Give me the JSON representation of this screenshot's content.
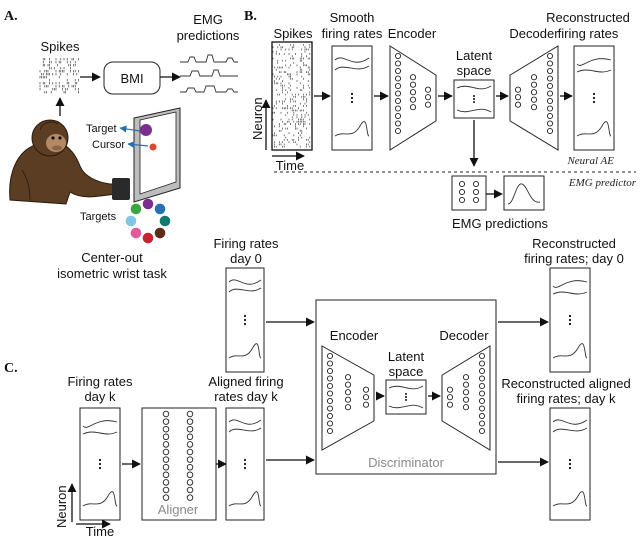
{
  "panel_a": {
    "label": "A.",
    "spikes": "Spikes",
    "bmi": "BMI",
    "emg_line1": "EMG",
    "emg_line2": "predictions",
    "target": "Target",
    "cursor": "Cursor",
    "targets": "Targets",
    "task_line1": "Center-out",
    "task_line2": "isometric wrist task",
    "target_colors": [
      "#2b6fb3",
      "#0f7a6e",
      "#5a2d17",
      "#cc1f2f",
      "#e35a9a",
      "#7fc6e6",
      "#3aa63e",
      "#7a2f8f"
    ],
    "target_dot_color": "#7a2f8f",
    "cursor_dot_color": "#e0452a",
    "arrow_color": "#2b6fb3"
  },
  "panel_b": {
    "label": "B.",
    "spikes": "Spikes",
    "smooth_line1": "Smooth",
    "smooth_line2": "firing rates",
    "encoder": "Encoder",
    "latent_line1": "Latent",
    "latent_line2": "space",
    "decoder": "Decoder",
    "recon_line1": "Reconstructed",
    "recon_line2": "firing rates",
    "neuron": "Neuron",
    "time": "Time",
    "neural_ae": "Neural AE",
    "emg_predictor": "EMG predictor",
    "emg_predictions": "EMG predictions"
  },
  "panel_c": {
    "label": "C.",
    "fr_day0_line1": "Firing rates",
    "fr_day0_line2": "day 0",
    "recon_day0_line1": "Reconstructed",
    "recon_day0_line2": "firing rates; day 0",
    "frk_line1": "Firing rates",
    "frk_line2": "day k",
    "aligned_line1": "Aligned firing",
    "aligned_line2": "rates day k",
    "encoder": "Encoder",
    "latent_line1": "Latent",
    "latent_line2": "space",
    "decoder": "Decoder",
    "recon_aligned_line1": "Reconstructed aligned",
    "recon_aligned_line2": "firing rates; day k",
    "discriminator": "Discriminator",
    "aligner": "Aligner",
    "neuron": "Neuron",
    "time": "Time"
  }
}
